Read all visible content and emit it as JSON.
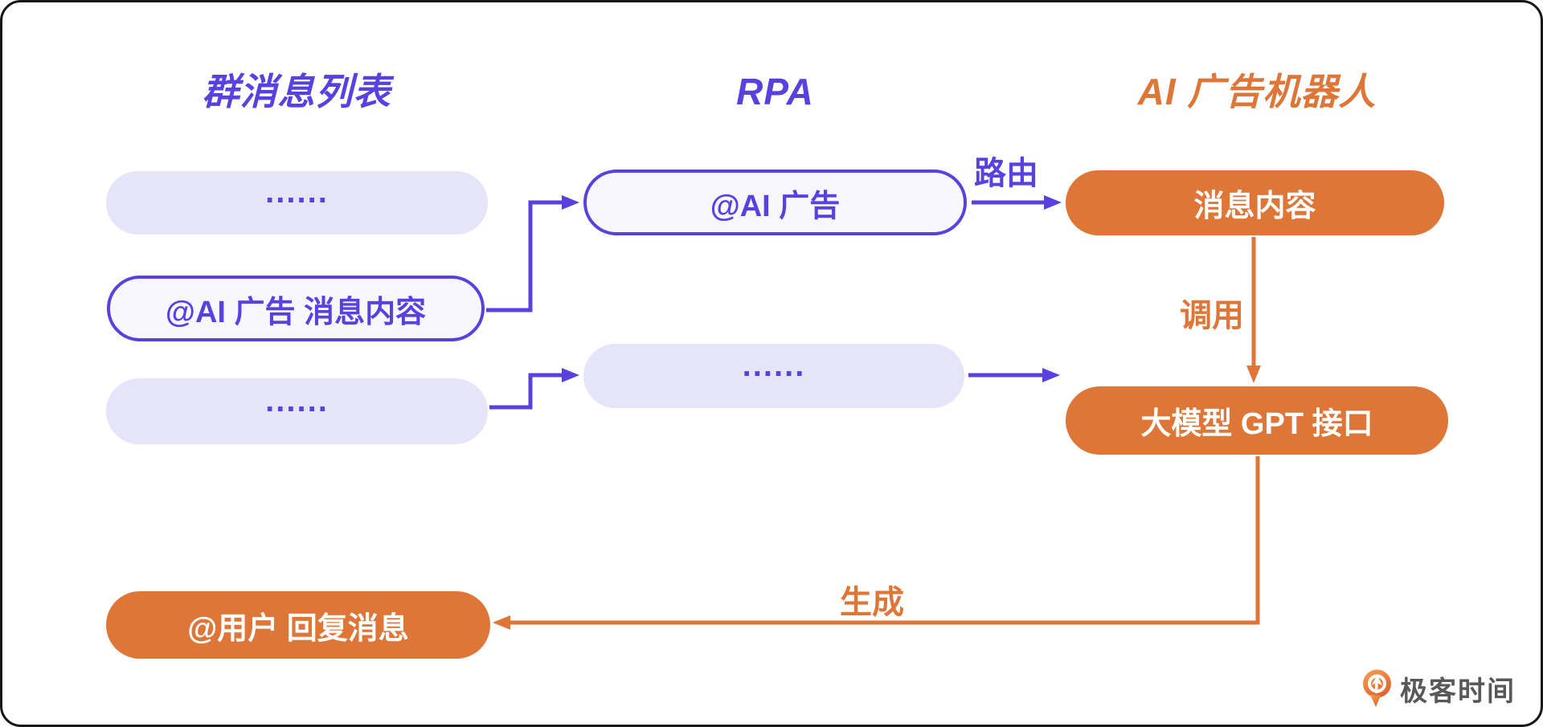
{
  "colors": {
    "purple": "#5742DF",
    "purple_pill_bg": "#E6E4F8",
    "outlined_pill_bg": "#F8F7FD",
    "orange": "#DE7638",
    "logo_text_gray": "#595757"
  },
  "columns": [
    {
      "id": "group-message-list",
      "title": "群消息列表"
    },
    {
      "id": "rpa",
      "title": "RPA"
    },
    {
      "id": "ai-ad-bot",
      "title": "AI 广告机器人"
    }
  ],
  "nodes": {
    "left_ellipsis_top": {
      "label": "......"
    },
    "left_message": {
      "label": "@AI 广告 消息内容"
    },
    "left_ellipsis_bottom": {
      "label": "......"
    },
    "rpa_match": {
      "label": "@AI 广告"
    },
    "rpa_ellipsis": {
      "label": "......"
    },
    "bot_message_content": {
      "label": "消息内容"
    },
    "bot_gpt_api": {
      "label": "大模型 GPT 接口"
    },
    "reply_message": {
      "label": "@用户 回复消息"
    }
  },
  "edges": {
    "route_label": "路由",
    "invoke_label": "调用",
    "generate_label": "生成"
  },
  "connections": [
    {
      "from": "left_message",
      "to": "rpa_match",
      "label": ""
    },
    {
      "from": "rpa_match",
      "to": "bot_message_content",
      "label": "路由"
    },
    {
      "from": "left_ellipsis_bottom",
      "to": "rpa_ellipsis",
      "label": ""
    },
    {
      "from": "rpa_ellipsis",
      "to": "bot_gpt_api",
      "label": ""
    },
    {
      "from": "bot_message_content",
      "to": "bot_gpt_api",
      "label": "调用"
    },
    {
      "from": "bot_gpt_api",
      "to": "reply_message",
      "label": "生成"
    }
  ],
  "logo": {
    "text": "极客时间",
    "icon": "geektime-pin-logo"
  }
}
